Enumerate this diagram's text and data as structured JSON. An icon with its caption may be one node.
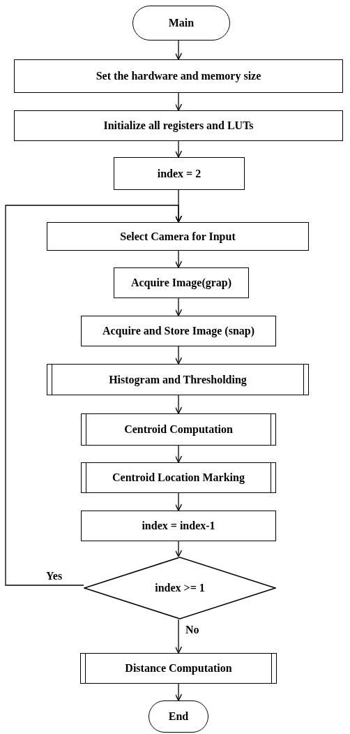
{
  "diagram": {
    "nodes": [
      {
        "text": [
          "Main"
        ]
      },
      {
        "text": [
          "Set the hardware and memory size"
        ]
      },
      {
        "text": [
          "Initialize all registers and LUTs"
        ]
      },
      {
        "text": [
          "index = 2"
        ]
      },
      {
        "text": [
          "Select Camera for Input"
        ]
      },
      {
        "text": [
          "Acquire Image(grap)"
        ]
      },
      {
        "text": [
          "Acquire and Store Image (snap)"
        ]
      },
      {
        "text": [
          "Histogram and Thresholding"
        ]
      },
      {
        "text": [
          "Centroid Computation"
        ]
      },
      {
        "text": [
          "Centroid Location Marking"
        ]
      },
      {
        "text": [
          "index = index-1"
        ]
      },
      {
        "text": [
          "index >= 1"
        ]
      },
      {
        "text": [
          "Distance Computation"
        ]
      },
      {
        "text": [
          "End"
        ]
      }
    ],
    "edges": [
      {
        "from": 0,
        "to": 1,
        "arrow": "to"
      },
      {
        "from": 1,
        "to": 2,
        "arrow": "to"
      },
      {
        "from": 2,
        "to": 3,
        "arrow": "to"
      },
      {
        "from": 3,
        "to": 4,
        "arrow": "to"
      },
      {
        "from": 4,
        "to": 5,
        "arrow": "to"
      },
      {
        "from": 5,
        "to": 6,
        "arrow": "to"
      },
      {
        "from": 6,
        "to": 7,
        "arrow": "to"
      },
      {
        "from": 7,
        "to": 8,
        "arrow": "to"
      },
      {
        "from": 8,
        "to": 9,
        "arrow": "to"
      },
      {
        "from": 9,
        "to": 10,
        "arrow": "to"
      },
      {
        "from": 10,
        "to": 11,
        "arrow": "to"
      },
      {
        "from": 11,
        "to": 4,
        "arrow": "to",
        "label": "Yes"
      },
      {
        "from": 11,
        "to": 12,
        "arrow": "to",
        "label": "No"
      },
      {
        "from": 12,
        "to": 13,
        "arrow": "to"
      }
    ]
  }
}
